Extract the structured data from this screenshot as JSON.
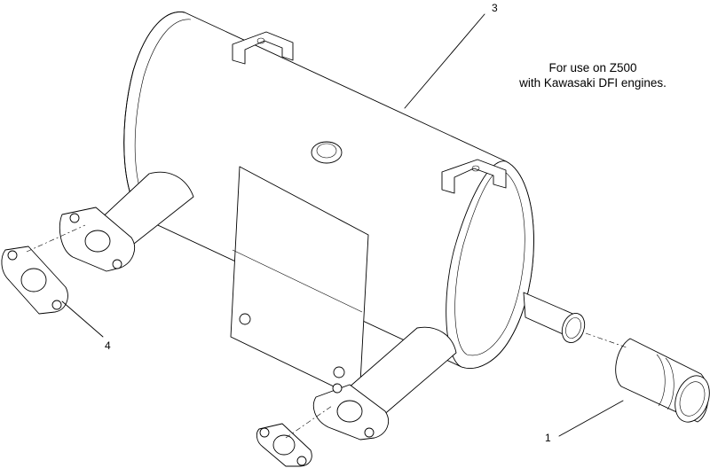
{
  "note": {
    "line1": "For use on Z500",
    "line2": "with Kawasaki DFI engines."
  },
  "callouts": [
    {
      "id": "callout-1",
      "label": "1"
    },
    {
      "id": "callout-3",
      "label": "3"
    },
    {
      "id": "callout-4",
      "label": "4"
    }
  ]
}
